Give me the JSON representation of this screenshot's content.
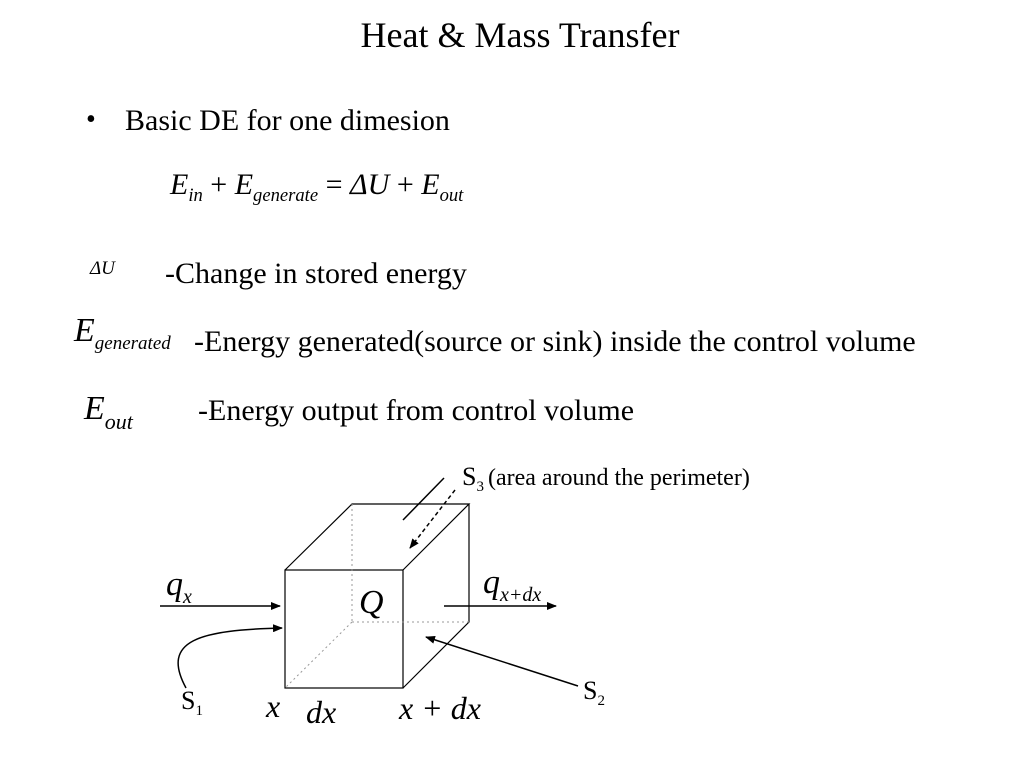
{
  "title": "Heat & Mass Transfer",
  "bullet": {
    "marker": "•",
    "text": "Basic DE for one dimesion"
  },
  "equation": {
    "e": "E",
    "sub_in": "in",
    "plus1": "+",
    "sub_generate": "generate",
    "equals": "=",
    "delta_u": "ΔU",
    "plus2": "+",
    "sub_out": "out"
  },
  "definitions": {
    "delta_u": {
      "symbol": "ΔU",
      "text": "-Change in stored energy"
    },
    "e_generated": {
      "symbol": "E",
      "sub": "generated",
      "text": "-Energy generated(source or sink) inside the control volume"
    },
    "e_out": {
      "symbol": "E",
      "sub": "out",
      "text": "-Energy output from control volume"
    }
  },
  "diagram": {
    "q_in": {
      "symbol": "q",
      "sub": "x"
    },
    "q_out": {
      "symbol": "q",
      "sub": "x+dx"
    },
    "Q": "Q",
    "S1": {
      "symbol": "S",
      "sub": "1"
    },
    "S2": {
      "symbol": "S",
      "sub": "2"
    },
    "S3": {
      "symbol": "S",
      "sub": "3",
      "note": "(area around the perimeter)"
    },
    "x": "x",
    "dx": "dx",
    "x_plus_dx": "x + dx"
  }
}
